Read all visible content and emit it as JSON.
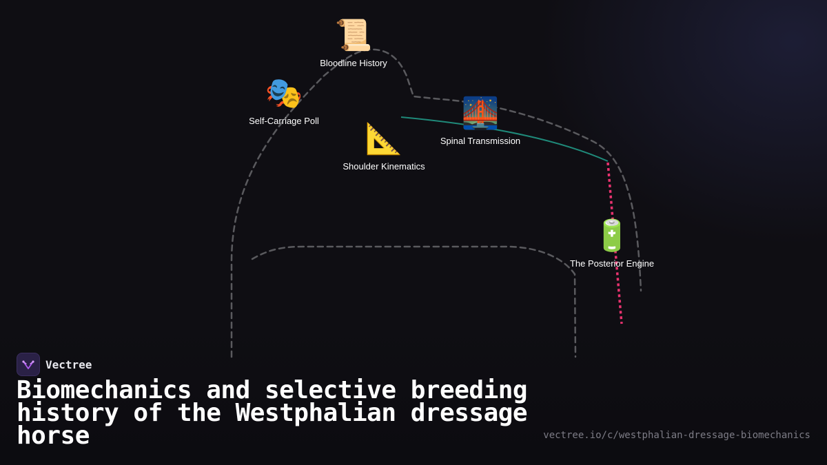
{
  "brand": {
    "name": "Vectree",
    "accent": "#b05cf0"
  },
  "title": "Biomechanics and selective breeding history of the Westphalian dressage horse",
  "url": "vectree.io/c/westphalian-dressage-biomechanics",
  "colors": {
    "background": "#0f0e13",
    "outline": "#5a5a5e",
    "spine": "#1f8a7a",
    "leg": "#e8336f"
  },
  "nodes": [
    {
      "id": "bloodline-history",
      "emoji": "📜",
      "icon": "scroll-icon",
      "label": "Bloodline History"
    },
    {
      "id": "self-carriage-poll",
      "emoji": "🎭",
      "icon": "theater-masks-icon",
      "label": "Self-Carriage Poll"
    },
    {
      "id": "spinal-transmission",
      "emoji": "🌉",
      "icon": "bridge-icon",
      "label": "Spinal Transmission"
    },
    {
      "id": "shoulder-kinematics",
      "emoji": "📐",
      "icon": "triangle-ruler-icon",
      "label": "Shoulder Kinematics"
    },
    {
      "id": "posterior-engine",
      "emoji": "🔋",
      "icon": "battery-icon",
      "label": "The Posterior Engine"
    }
  ]
}
